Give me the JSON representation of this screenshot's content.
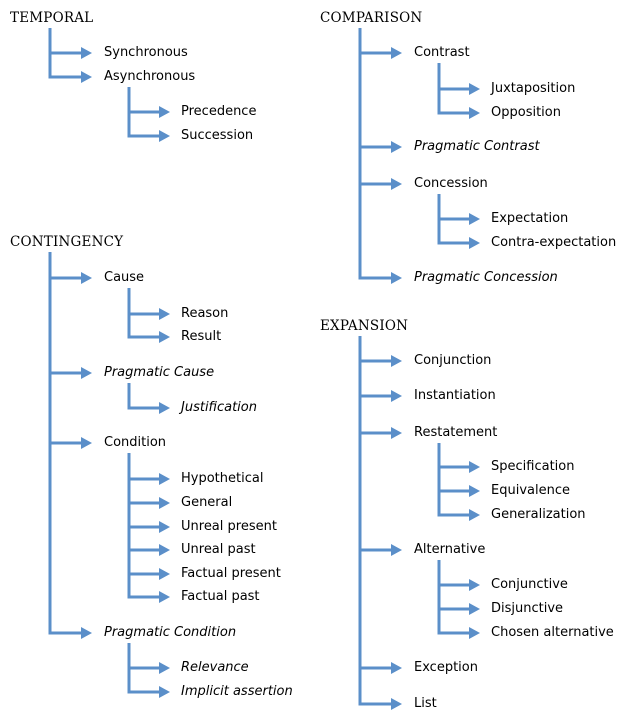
{
  "colors": {
    "connector": "#5b8fc9"
  },
  "trees": [
    {
      "root": "TEMPORAL",
      "children": [
        {
          "label": "Synchronous"
        },
        {
          "label": "Asynchronous",
          "children": [
            {
              "label": "Precedence"
            },
            {
              "label": "Succession"
            }
          ]
        }
      ]
    },
    {
      "root": "COMPARISON",
      "children": [
        {
          "label": "Contrast",
          "children": [
            {
              "label": "Juxtaposition"
            },
            {
              "label": "Opposition"
            }
          ]
        },
        {
          "label": "Pragmatic Contrast",
          "italic": true
        },
        {
          "label": "Concession",
          "children": [
            {
              "label": "Expectation"
            },
            {
              "label": "Contra-expectation"
            }
          ]
        },
        {
          "label": "Pragmatic Concession",
          "italic": true
        }
      ]
    },
    {
      "root": "CONTINGENCY",
      "children": [
        {
          "label": "Cause",
          "children": [
            {
              "label": "Reason"
            },
            {
              "label": "Result"
            }
          ]
        },
        {
          "label": "Pragmatic Cause",
          "italic": true,
          "children": [
            {
              "label": "Justification",
              "italic": true
            }
          ]
        },
        {
          "label": "Condition",
          "children": [
            {
              "label": "Hypothetical"
            },
            {
              "label": "General"
            },
            {
              "label": "Unreal present"
            },
            {
              "label": "Unreal past"
            },
            {
              "label": "Factual present"
            },
            {
              "label": "Factual past"
            }
          ]
        },
        {
          "label": "Pragmatic Condition",
          "italic": true,
          "children": [
            {
              "label": "Relevance",
              "italic": true
            },
            {
              "label": "Implicit assertion",
              "italic": true
            }
          ]
        }
      ]
    },
    {
      "root": "EXPANSION",
      "children": [
        {
          "label": "Conjunction"
        },
        {
          "label": "Instantiation"
        },
        {
          "label": "Restatement",
          "children": [
            {
              "label": "Specification"
            },
            {
              "label": "Equivalence"
            },
            {
              "label": "Generalization"
            }
          ]
        },
        {
          "label": "Alternative",
          "children": [
            {
              "label": "Conjunctive"
            },
            {
              "label": "Disjunctive"
            },
            {
              "label": "Chosen alternative"
            }
          ]
        },
        {
          "label": "Exception"
        },
        {
          "label": "List"
        }
      ]
    }
  ]
}
